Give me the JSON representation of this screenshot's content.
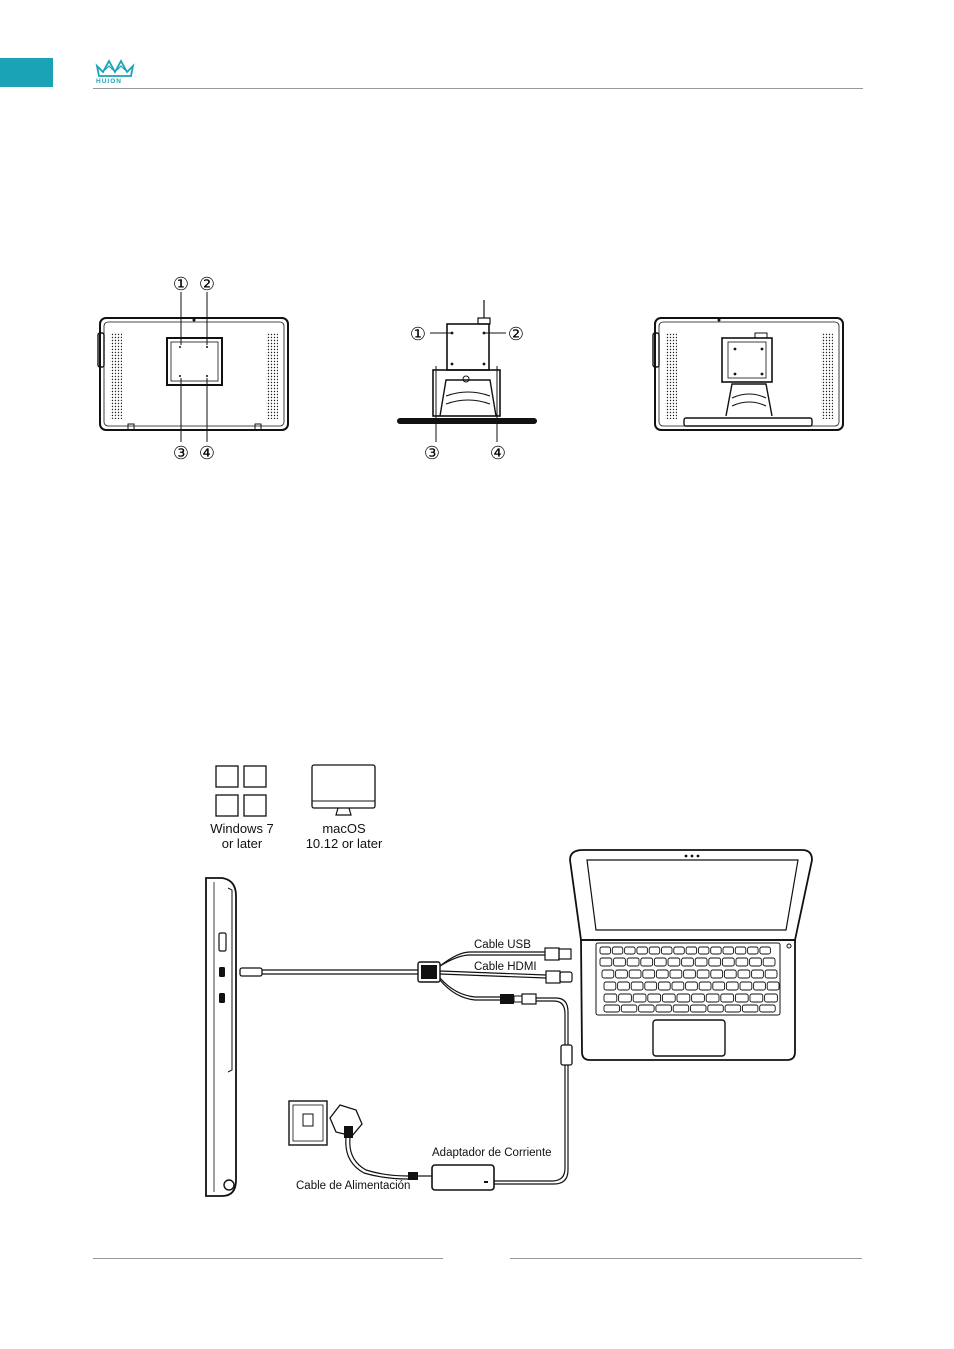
{
  "header": {
    "brand": "HUION",
    "accent_color": "#1aa3b5"
  },
  "vesa_figure": {
    "mark_1": "①",
    "mark_2": "②",
    "mark_3": "③",
    "mark_4": "④"
  },
  "connection_figure": {
    "os_windows": "Windows 7\nor later",
    "os_mac": "macOS\n10.12 or later",
    "cable_usb": "Cable USB",
    "cable_hdmi": "Cable HDMI",
    "power_adapter": "Adaptador de Corriente",
    "power_cable": "Cable de Alimentación"
  }
}
